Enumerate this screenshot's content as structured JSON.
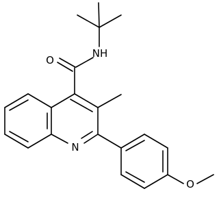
{
  "molecule": {
    "atoms": {
      "amide_oxygen": "O",
      "amide_nitrogen": "NH",
      "ring_nitrogen": "N",
      "methoxy_oxygen": "O"
    }
  },
  "colors": {
    "bond": "#000000",
    "label": "#000000",
    "background": "#ffffff"
  }
}
